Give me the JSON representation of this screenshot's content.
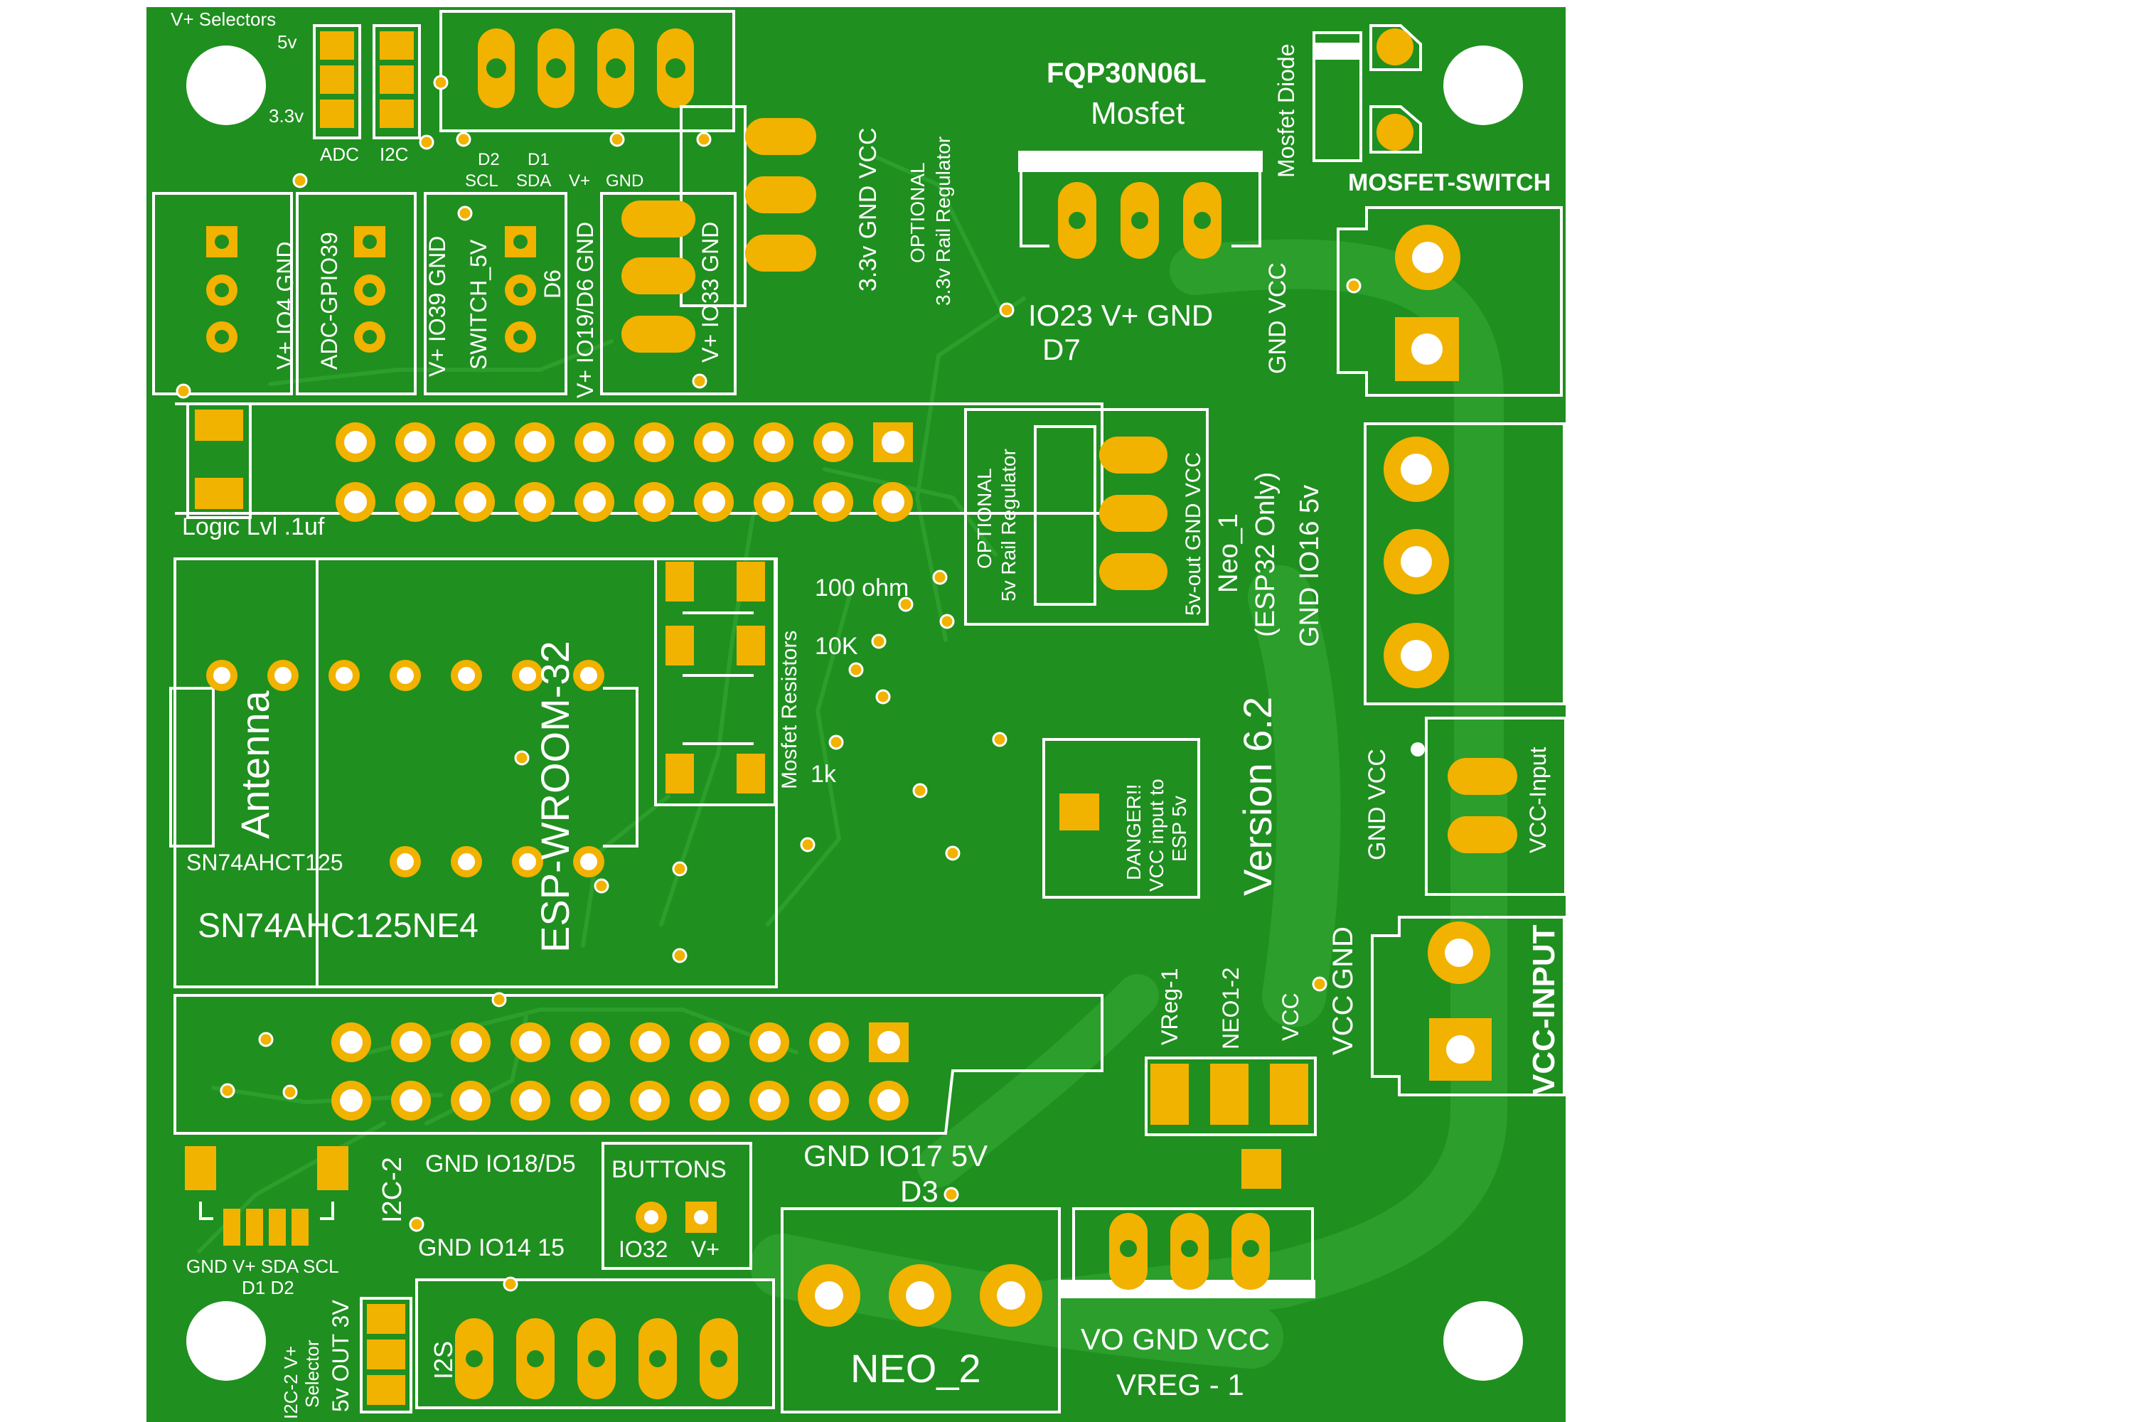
{
  "colors": {
    "board": "#1f8f1f",
    "copper": "#2fa02f",
    "trace": "#2a9a2a",
    "pad": "#f2b200",
    "silk": "#ffffff",
    "hole": "#ffffff",
    "background": "#ffffff"
  },
  "labels": {
    "vplus_selectors": "V+ Selectors",
    "v5": "5v",
    "v33": "3.3v",
    "adc": "ADC",
    "i2c": "I2C",
    "d2": "D2",
    "d1": "D1",
    "scl": "SCL",
    "sda": "SDA",
    "vplus": "V+",
    "gnd": "GND",
    "fqp": "FQP30N06L",
    "mosfet": "Mosfet",
    "mosfet_diode": "Mosfet Diode",
    "mosfet_switch": "MOSFET-SWITCH",
    "reg33_pins": "3.3v  GND  VCC",
    "optional": "OPTIONAL",
    "reg33_label": "3.3v Rail Regulator",
    "io23": "IO23 V+ GND",
    "d7": "D7",
    "gnd_vcc_right": "GND  VCC",
    "h1": "V+ IO4 GND",
    "h2": "ADC-GPIO39",
    "h3": "V+ IO39 GND",
    "h4": "SWITCH_5V",
    "d6": "D6",
    "h5": "V+ IO19/D6 GND",
    "h6": "V+ IO33 GND",
    "logic_cap": "Logic Lvl .1uf",
    "reg5_label": "5v Rail Regulator",
    "neo1_pins": "5v-out  GND  VCC",
    "neo1": "Neo_1",
    "esp_only": "(ESP32 Only)",
    "io16": "GND IO16 5v",
    "ohm100": "100 ohm",
    "k10": "10K",
    "k1": "1k",
    "mosfet_resistors": "Mosfet Resistors",
    "antenna": "Antenna",
    "esp_wroom": "ESP-WROOM-32",
    "sn74_small": "SN74AHCT125",
    "sn74": "SN74AHC125NE4",
    "danger1": "DANGER!!",
    "danger2": "VCC input to",
    "danger3": "ESP 5v",
    "version": "Version 6.2",
    "gnd_vcc_input": "GND  VCC",
    "vcc_input_small": "VCC-Input",
    "vcc_input_big": "VCC-INPUT",
    "vcc": "VCC",
    "vreg1_label": "VReg-1",
    "neo12_label": "NEO1-2",
    "vcc_small": "VCC",
    "i2c2": "I2C-2",
    "gnd_io18": "GND IO18/D5",
    "buttons": "BUTTONS",
    "gnd_io17": "GND IO17 5V",
    "d3": "D3",
    "i2c2_pins": "GND V+ SDA SCL",
    "i2c2_d": "D1    D2",
    "gnd_io14": "GND   IO14   15",
    "io32": "IO32",
    "vplus_btn": "V+",
    "selector_3v": "5v OUT 3V",
    "selector_name": "I2C-2 V+",
    "selector_word": "Selector",
    "i2s": "I2S",
    "neo2": "NEO_2",
    "vo_gnd_vcc": "VO GND VCC",
    "vreg1": "VREG - 1"
  }
}
